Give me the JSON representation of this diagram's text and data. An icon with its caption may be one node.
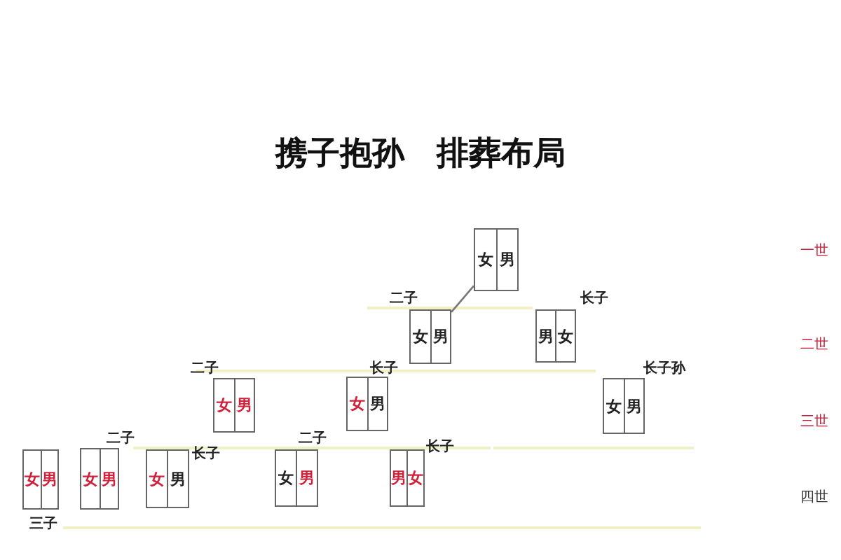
{
  "diagram": {
    "title": "携子抱孙　排葬布局",
    "nodes": [
      {
        "text": [
          "女",
          "男"
        ]
      },
      {
        "text": [
          "女",
          "男"
        ],
        "beside": [
          "二子"
        ]
      },
      {
        "text": [
          "男",
          "女"
        ],
        "beside": [
          "长子"
        ]
      },
      {
        "text": [
          "女",
          "男"
        ],
        "beside": [
          "二子"
        ]
      },
      {
        "text": [
          "女",
          "男"
        ],
        "beside": [
          "长子"
        ]
      },
      {
        "text": [
          "女",
          "男"
        ],
        "beside": [
          "长子孙"
        ]
      },
      {
        "text": [
          "女",
          "男"
        ],
        "beside": [
          "三子"
        ]
      },
      {
        "text": [
          "女",
          "男"
        ],
        "beside": [
          "二子"
        ]
      },
      {
        "text": [
          "女",
          "男"
        ],
        "beside": [
          "长子"
        ]
      },
      {
        "text": [
          "女",
          "男"
        ],
        "beside": [
          "二子"
        ]
      },
      {
        "text": [
          "男",
          "女"
        ],
        "beside": [
          "长子"
        ]
      }
    ],
    "edges": [
      {
        "from": 0,
        "to": 1,
        "arrow": "none"
      }
    ],
    "labels": [
      "一世",
      "二世",
      "三世",
      "四世"
    ]
  }
}
